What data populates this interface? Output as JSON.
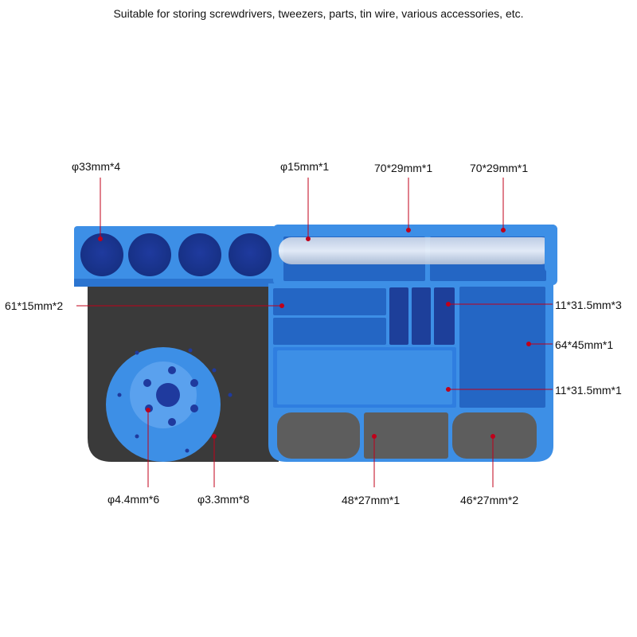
{
  "headline": "Suitable for storing screwdrivers, tweezers, parts, tin wire, various accessories, etc.",
  "colors": {
    "tray_blue": "#3d8fe6",
    "tray_blue_dark": "#2466c4",
    "mat_gray": "#3a3a3a",
    "pad_gray": "#5d5d5d",
    "leader_red": "#c0001a"
  },
  "callouts": {
    "screwdriver_holes": "φ33mm*4",
    "tin_wire_slot": "φ15mm*1",
    "top_slot_a": "70*29mm*1",
    "top_slot_b": "70*29mm*1",
    "left_slots": "61*15mm*2",
    "narrow_slots": "11*31.5mm*3",
    "right_large_slot": "64*45mm*1",
    "large_bottom_slot": "11*31.5mm*1",
    "disc_big_holes": "φ4.4mm*6",
    "disc_small_holes": "φ3.3mm*8",
    "pad_middle": "48*27mm*1",
    "pad_right": "46*27mm*2"
  }
}
